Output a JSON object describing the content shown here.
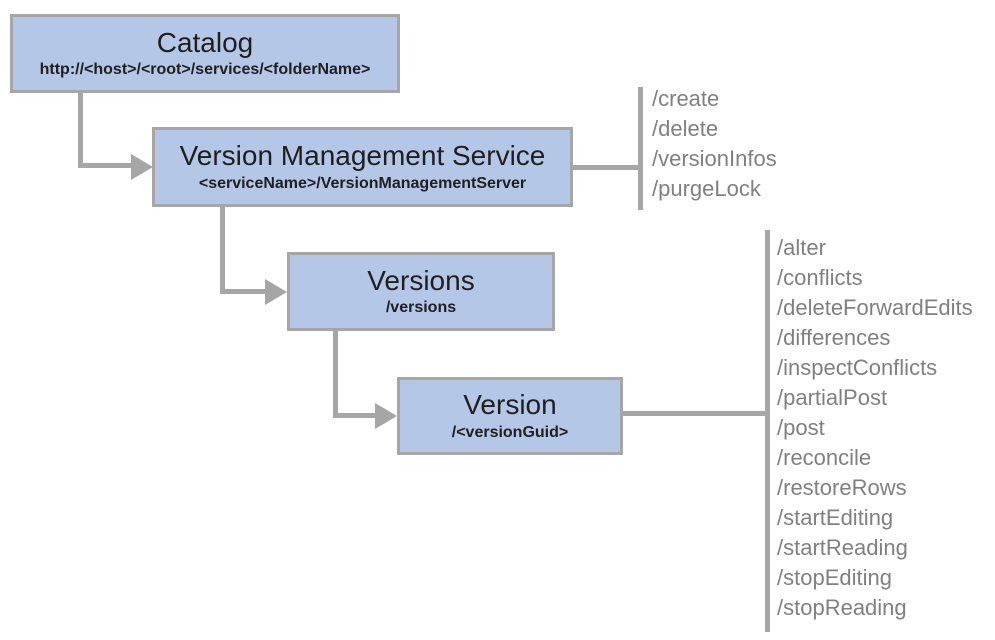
{
  "diagram": {
    "nodes": {
      "catalog": {
        "title": "Catalog",
        "subtitle": "http://<host>/<root>/services/<folderName>"
      },
      "vms": {
        "title": "Version Management Service",
        "subtitle": "<serviceName>/VersionManagementServer"
      },
      "versions": {
        "title": "Versions",
        "subtitle": "/versions"
      },
      "version": {
        "title": "Version",
        "subtitle": "/<versionGuid>"
      }
    },
    "vms_operations": [
      "/create",
      "/delete",
      "/versionInfos",
      "/purgeLock"
    ],
    "version_operations": [
      "/alter",
      "/conflicts",
      "/deleteForwardEdits",
      "/differences",
      "/inspectConflicts",
      "/partialPost",
      "/post",
      "/reconcile",
      "/restoreRows",
      "/startEditing",
      "/startReading",
      "/stopEditing",
      "/stopReading"
    ],
    "colors": {
      "node_fill": "#b4c7e7",
      "node_border": "#a6a6a6",
      "connector": "#a6a6a6",
      "title_text": "#1f1f1f",
      "operation_text": "#808080"
    }
  }
}
